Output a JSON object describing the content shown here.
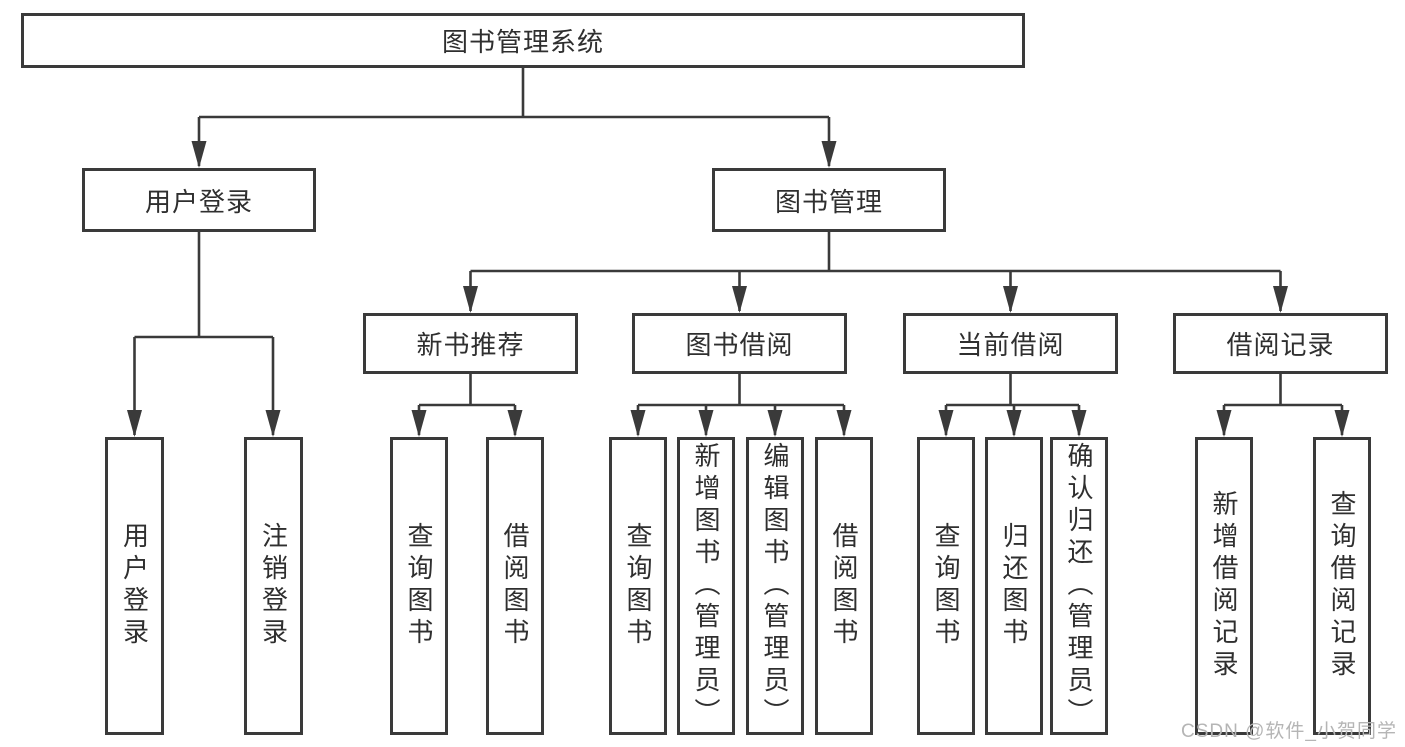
{
  "root": {
    "label": "图书管理系统"
  },
  "level2": {
    "user_login": "用户登录",
    "book_mgmt": "图书管理"
  },
  "level3": {
    "new_books": "新书推荐",
    "borrowing": "图书借阅",
    "current": "当前借阅",
    "records": "借阅记录"
  },
  "leaves": {
    "user_login": [
      "用户登录",
      "注销登录"
    ],
    "new_books": [
      "查询图书",
      "借阅图书"
    ],
    "borrowing": [
      "查询图书",
      "新增图书（管理员）",
      "编辑图书（管理员）",
      "借阅图书"
    ],
    "current": [
      "查询图书",
      "归还图书",
      "确认归还（管理员）"
    ],
    "records": [
      "新增借阅记录",
      "查询借阅记录"
    ]
  },
  "watermark": "CSDN @软件_小贺同学",
  "colors": {
    "line": "#3a3a3a",
    "text": "#2f2f2f",
    "watermark": "#b5b5b5",
    "background": "#ffffff"
  }
}
